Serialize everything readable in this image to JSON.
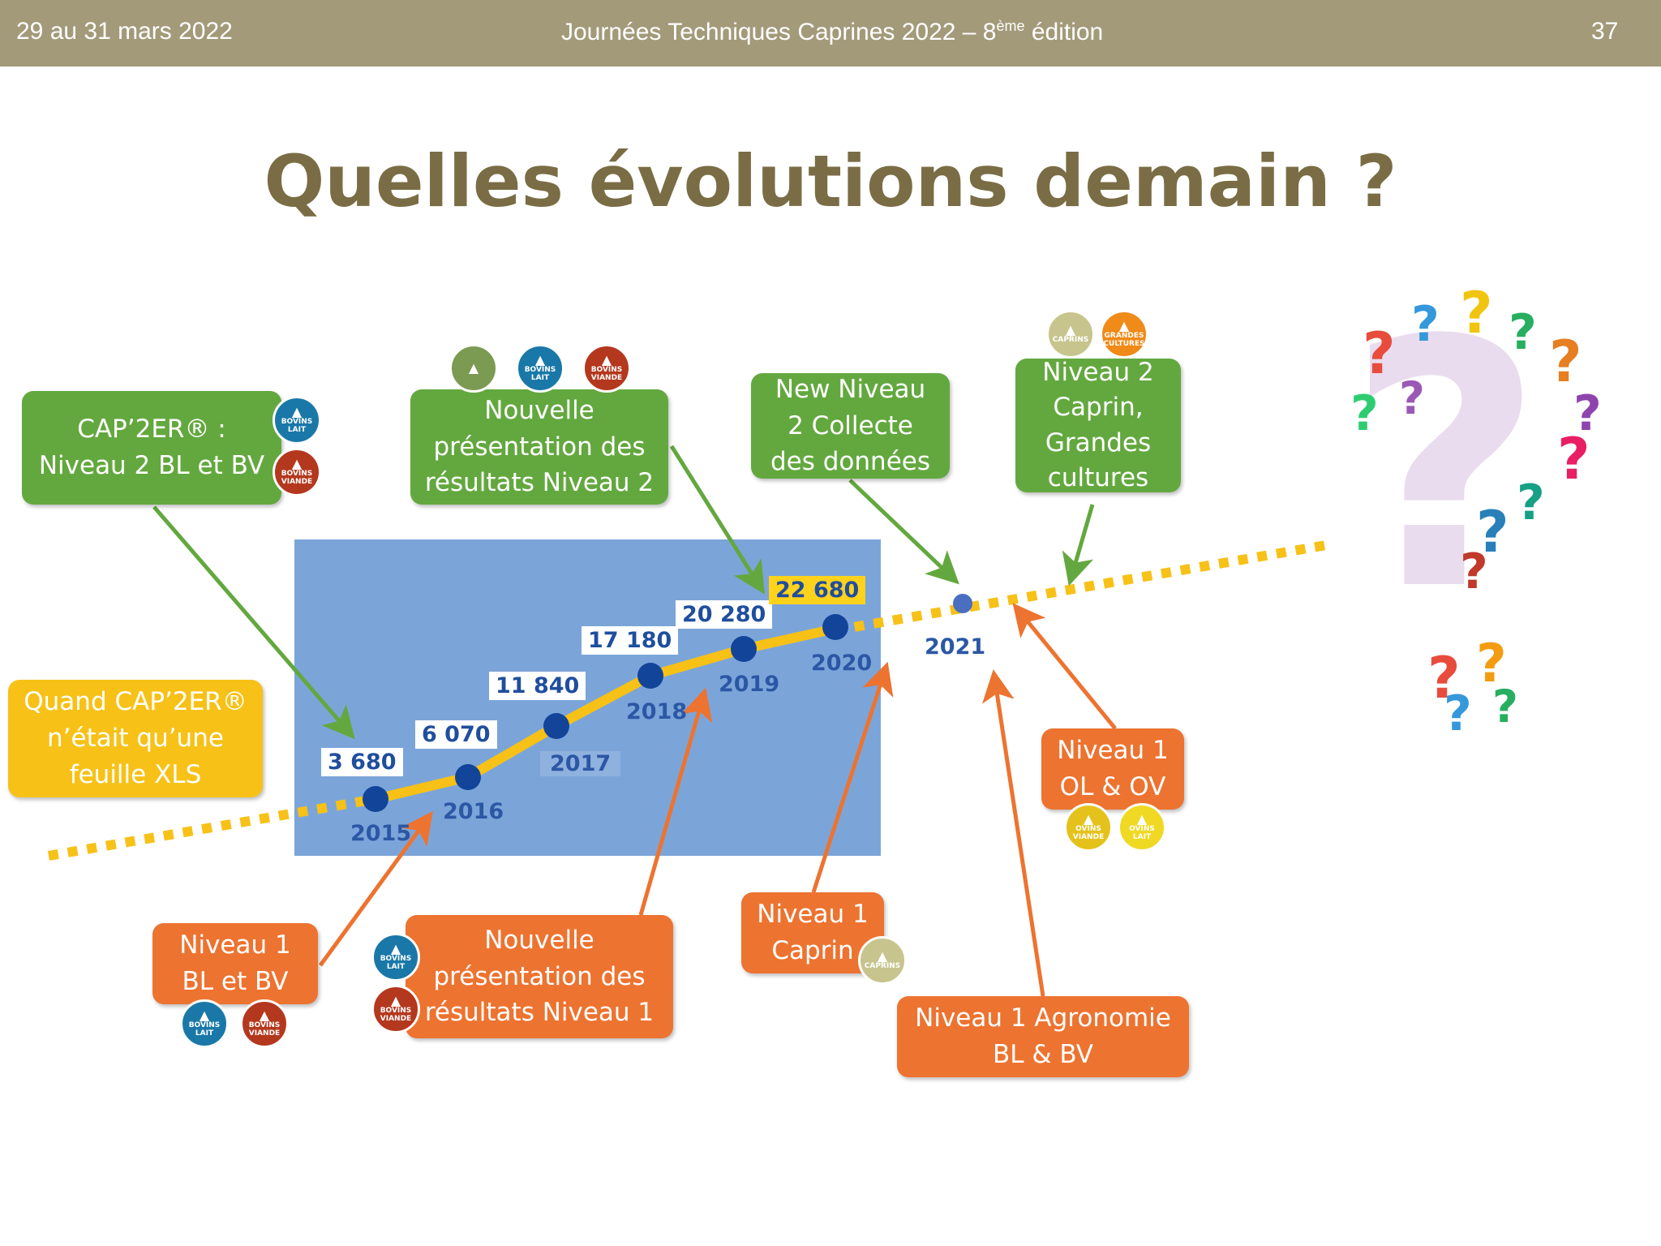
{
  "header": {
    "date": "29 au 31 mars 2022",
    "event": "Journées Techniques Caprines 2022 – 8",
    "edition_sup": "ème",
    "edition_word": " édition",
    "page": "37"
  },
  "title": "Quelles évolutions demain ?",
  "timeline": {
    "points": [
      {
        "year": "2015",
        "value": "3 680"
      },
      {
        "year": "2016",
        "value": "6 070"
      },
      {
        "year": "2017",
        "value": "11 840"
      },
      {
        "year": "2018",
        "value": "17 180"
      },
      {
        "year": "2019",
        "value": "20 280"
      },
      {
        "year": "2020",
        "value": "22 680"
      },
      {
        "year": "2021",
        "value": ""
      }
    ]
  },
  "boxes": {
    "cap2er": "CAP’2ER® :\nNiveau 2 BL et BV",
    "nouvelle2": "Nouvelle\nprésentation des\nrésultats Niveau 2",
    "new_niveau2": "New Niveau\n2 Collecte\ndes données",
    "niveau2_caprin": "Niveau 2\nCaprin,\nGrandes\ncultures",
    "quand": "Quand CAP’2ER®\nn’était qu’une\nfeuille XLS",
    "niveau1_blbv": "Niveau 1\nBL et BV",
    "nouvelle1": "Nouvelle\nprésentation des\nrésultats Niveau 1",
    "niveau1_caprin": "Niveau 1\nCaprin",
    "niveau1_agro": "Niveau 1 Agronomie\nBL & BV",
    "niveau1_olov": "Niveau 1\nOL & OV"
  },
  "badges": {
    "bovins_lait": "BOVINS\nLAIT",
    "bovins_viande": "BOVINS\nVIANDE",
    "caprins": "CAPRINS",
    "grandes_cultures": "GRANDES\nCULTURES",
    "ovins_viande": "OVINS\nVIANDE",
    "ovins_lait": "OVINS\nLAIT"
  },
  "colors": {
    "green": "#63a83f",
    "orange": "#ed7330",
    "yellow": "#f7c117",
    "title": "#7a6d45",
    "header": "#a39a7a",
    "chart_bg": "#7ba5d9",
    "dot": "#12449a"
  }
}
